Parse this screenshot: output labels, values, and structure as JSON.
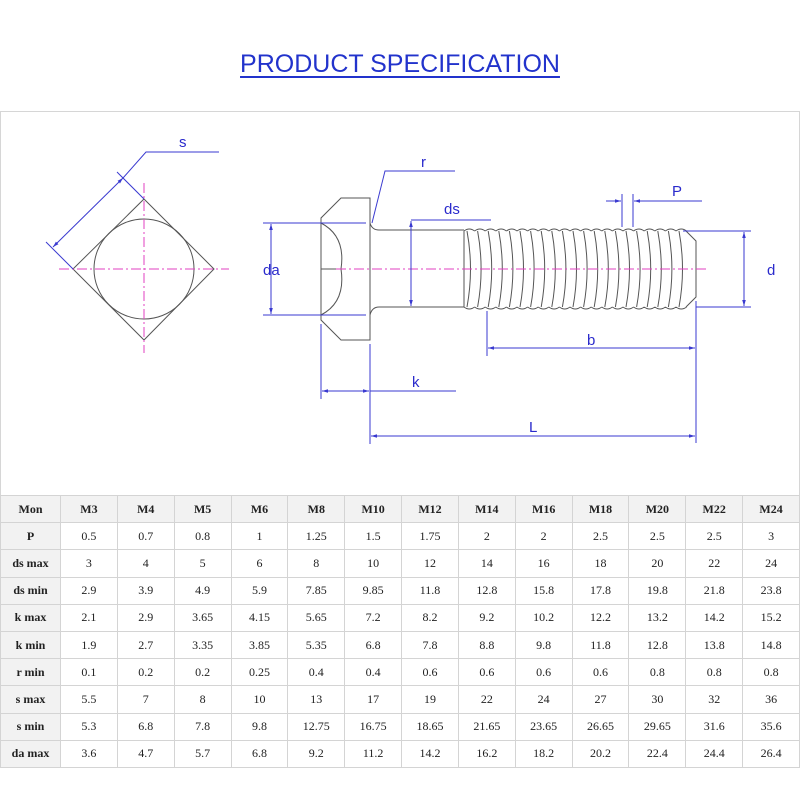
{
  "title": "PRODUCT SPECIFICATION",
  "drawing": {
    "labels": {
      "s": "s",
      "r": "r",
      "ds": "ds",
      "P": "P",
      "da": "da",
      "d": "d",
      "b": "b",
      "k": "k",
      "L": "L"
    },
    "colors": {
      "outline": "#555555",
      "dimension": "#3a3ad0",
      "centerline": "#e040c0"
    }
  },
  "table": {
    "header": [
      "Mon",
      "M3",
      "M4",
      "M5",
      "M6",
      "M8",
      "M10",
      "M12",
      "M14",
      "M16",
      "M18",
      "M20",
      "M22",
      "M24"
    ],
    "rows": [
      {
        "label": "P",
        "values": [
          "0.5",
          "0.7",
          "0.8",
          "1",
          "1.25",
          "1.5",
          "1.75",
          "2",
          "2",
          "2.5",
          "2.5",
          "2.5",
          "3"
        ]
      },
      {
        "label": "ds max",
        "values": [
          "3",
          "4",
          "5",
          "6",
          "8",
          "10",
          "12",
          "14",
          "16",
          "18",
          "20",
          "22",
          "24"
        ]
      },
      {
        "label": "ds min",
        "values": [
          "2.9",
          "3.9",
          "4.9",
          "5.9",
          "7.85",
          "9.85",
          "11.8",
          "12.8",
          "15.8",
          "17.8",
          "19.8",
          "21.8",
          "23.8"
        ]
      },
      {
        "label": "k max",
        "values": [
          "2.1",
          "2.9",
          "3.65",
          "4.15",
          "5.65",
          "7.2",
          "8.2",
          "9.2",
          "10.2",
          "12.2",
          "13.2",
          "14.2",
          "15.2"
        ]
      },
      {
        "label": "k min",
        "values": [
          "1.9",
          "2.7",
          "3.35",
          "3.85",
          "5.35",
          "6.8",
          "7.8",
          "8.8",
          "9.8",
          "11.8",
          "12.8",
          "13.8",
          "14.8"
        ]
      },
      {
        "label": "r min",
        "values": [
          "0.1",
          "0.2",
          "0.2",
          "0.25",
          "0.4",
          "0.4",
          "0.6",
          "0.6",
          "0.6",
          "0.6",
          "0.8",
          "0.8",
          "0.8"
        ]
      },
      {
        "label": "s max",
        "values": [
          "5.5",
          "7",
          "8",
          "10",
          "13",
          "17",
          "19",
          "22",
          "24",
          "27",
          "30",
          "32",
          "36"
        ]
      },
      {
        "label": "s min",
        "values": [
          "5.3",
          "6.8",
          "7.8",
          "9.8",
          "12.75",
          "16.75",
          "18.65",
          "21.65",
          "23.65",
          "26.65",
          "29.65",
          "31.6",
          "35.6"
        ]
      },
      {
        "label": "da max",
        "values": [
          "3.6",
          "4.7",
          "5.7",
          "6.8",
          "9.2",
          "11.2",
          "14.2",
          "16.2",
          "18.2",
          "20.2",
          "22.4",
          "24.4",
          "26.4"
        ]
      }
    ]
  }
}
